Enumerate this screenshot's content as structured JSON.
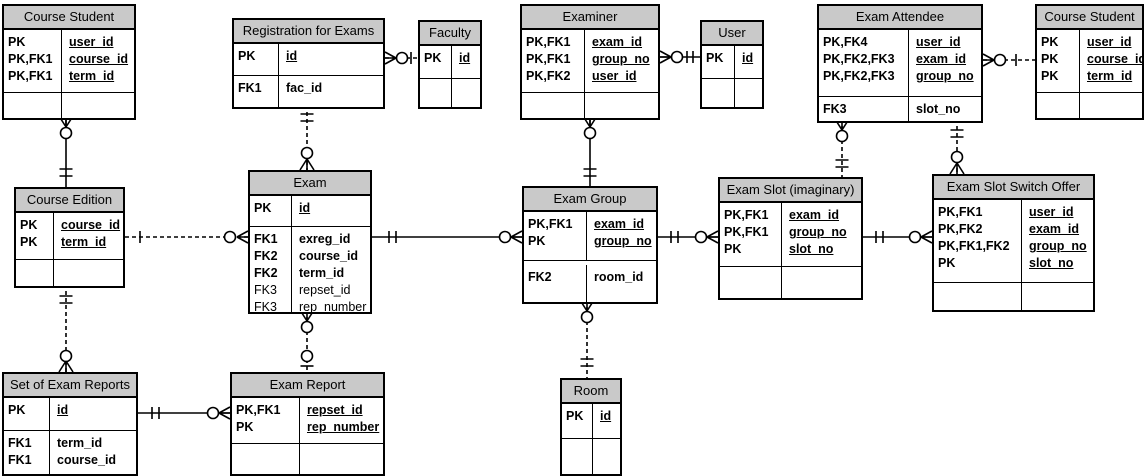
{
  "colors": {
    "header_fill": "#c9c9c9",
    "line": "#000000",
    "background": "#ffffff"
  },
  "tables": {
    "course_student_left": {
      "title": "Course Student",
      "pk_rows": [
        {
          "k": "PK",
          "n": "user_id"
        },
        {
          "k": "PK,FK1",
          "n": "course_id"
        },
        {
          "k": "PK,FK1",
          "n": "term_id"
        }
      ],
      "attr_rows": []
    },
    "registration_for_exams": {
      "title": "Registration for Exams",
      "pk_rows": [
        {
          "k": "PK",
          "n": "id"
        }
      ],
      "attr_rows": [
        {
          "k": "FK1",
          "n": "fac_id"
        }
      ]
    },
    "faculty": {
      "title": "Faculty",
      "pk_rows": [
        {
          "k": "PK",
          "n": "id"
        }
      ],
      "attr_rows": []
    },
    "examiner": {
      "title": "Examiner",
      "pk_rows": [
        {
          "k": "PK,FK1",
          "n": "exam_id"
        },
        {
          "k": "PK,FK1",
          "n": "group_no"
        },
        {
          "k": "PK,FK2",
          "n": "user_id"
        }
      ],
      "attr_rows": []
    },
    "user": {
      "title": "User",
      "pk_rows": [
        {
          "k": "PK",
          "n": "id"
        }
      ],
      "attr_rows": []
    },
    "exam_attendee": {
      "title": "Exam Attendee",
      "pk_rows": [
        {
          "k": "PK,FK4",
          "n": "user_id"
        },
        {
          "k": "PK,FK2,FK3",
          "n": "exam_id"
        },
        {
          "k": "PK,FK2,FK3",
          "n": "group_no"
        }
      ],
      "attr_rows": [
        {
          "k": "FK3",
          "n": "slot_no"
        }
      ]
    },
    "course_student_right": {
      "title": "Course Student",
      "pk_rows": [
        {
          "k": "PK",
          "n": "user_id"
        },
        {
          "k": "PK",
          "n": "course_id"
        },
        {
          "k": "PK",
          "n": "term_id"
        }
      ],
      "attr_rows": []
    },
    "course_edition": {
      "title": "Course Edition",
      "pk_rows": [
        {
          "k": "PK",
          "n": "course_id"
        },
        {
          "k": "PK",
          "n": "term_id"
        }
      ],
      "attr_rows": []
    },
    "exam": {
      "title": "Exam",
      "pk_rows": [
        {
          "k": "PK",
          "n": "id"
        }
      ],
      "attr_rows": [
        {
          "k": "FK1",
          "n": "exreg_id"
        },
        {
          "k": "FK2",
          "n": "course_id"
        },
        {
          "k": "FK2",
          "n": "term_id"
        },
        {
          "k": "FK3",
          "n": "repset_id"
        },
        {
          "k": "FK3",
          "n": "rep_number"
        }
      ]
    },
    "exam_group": {
      "title": "Exam Group",
      "pk_rows": [
        {
          "k": "PK,FK1",
          "n": "exam_id"
        },
        {
          "k": "PK",
          "n": "group_no"
        }
      ],
      "attr_rows": [
        {
          "k": "FK2",
          "n": "room_id"
        }
      ]
    },
    "exam_slot": {
      "title": "Exam Slot (imaginary)",
      "pk_rows": [
        {
          "k": "PK,FK1",
          "n": "exam_id"
        },
        {
          "k": "PK,FK1",
          "n": "group_no"
        },
        {
          "k": "PK",
          "n": "slot_no"
        }
      ],
      "attr_rows": []
    },
    "exam_slot_switch_offer": {
      "title": "Exam Slot Switch Offer",
      "pk_rows": [
        {
          "k": "PK,FK1",
          "n": "user_id"
        },
        {
          "k": "PK,FK2",
          "n": "exam_id"
        },
        {
          "k": "PK,FK1,FK2",
          "n": "group_no"
        },
        {
          "k": "PK",
          "n": "slot_no"
        }
      ],
      "attr_rows": []
    },
    "set_of_exam_reports": {
      "title": "Set of Exam Reports",
      "pk_rows": [
        {
          "k": "PK",
          "n": "id"
        }
      ],
      "attr_rows": [
        {
          "k": "FK1",
          "n": "term_id"
        },
        {
          "k": "FK1",
          "n": "course_id"
        }
      ]
    },
    "exam_report": {
      "title": "Exam Report",
      "pk_rows": [
        {
          "k": "PK,FK1",
          "n": "repset_id"
        },
        {
          "k": "PK",
          "n": "rep_number"
        }
      ],
      "attr_rows": []
    },
    "room": {
      "title": "Room",
      "pk_rows": [
        {
          "k": "PK",
          "n": "id"
        }
      ],
      "attr_rows": []
    }
  },
  "relationships": [
    {
      "from": "Course Student (left)",
      "to": "Course Edition",
      "from_end": "zero-or-many",
      "to_end": "one-and-only-one",
      "line": "solid"
    },
    {
      "from": "Registration for Exams",
      "to": "Faculty",
      "from_end": "zero-or-many",
      "to_end": "one",
      "line": "dashed"
    },
    {
      "from": "Exam",
      "to": "Registration for Exams",
      "from_end": "zero-or-many",
      "to_end": "one-and-only-one",
      "line": "dashed"
    },
    {
      "from": "Examiner",
      "to": "User",
      "from_end": "zero-or-many",
      "to_end": "one-and-only-one",
      "line": "solid"
    },
    {
      "from": "Examiner",
      "to": "Exam Group",
      "from_end": "zero-or-many",
      "to_end": "one-and-only-one",
      "line": "solid"
    },
    {
      "from": "Exam Attendee",
      "to": "Course Student (right)",
      "from_end": "zero-or-many",
      "to_end": "one",
      "line": "dashed"
    },
    {
      "from": "Exam Attendee",
      "to": "Exam Slot (imaginary)",
      "from_end": "zero-or-many",
      "to_end": "one-and-only-one",
      "line": "dashed"
    },
    {
      "from": "Exam Slot Switch Offer",
      "to": "Exam Attendee",
      "from_end": "zero-or-many",
      "to_end": "one-and-only-one",
      "line": "dashed"
    },
    {
      "from": "Exam",
      "to": "Course Edition",
      "from_end": "zero-or-many",
      "to_end": "one",
      "line": "dashed"
    },
    {
      "from": "Exam Group",
      "to": "Exam",
      "from_end": "zero-or-many",
      "to_end": "one-and-only-one",
      "line": "solid"
    },
    {
      "from": "Exam Slot (imaginary)",
      "to": "Exam Group",
      "from_end": "zero-or-many",
      "to_end": "one-and-only-one",
      "line": "solid"
    },
    {
      "from": "Exam Slot Switch Offer",
      "to": "Exam Slot (imaginary)",
      "from_end": "zero-or-many",
      "to_end": "one-and-only-one",
      "line": "solid"
    },
    {
      "from": "Exam Report",
      "to": "Set of Exam Reports",
      "from_end": "zero-or-many",
      "to_end": "one-and-only-one",
      "line": "solid"
    },
    {
      "from": "Exam",
      "to": "Exam Report",
      "from_end": "zero-or-many",
      "to_end": "zero-or-one",
      "line": "dashed"
    },
    {
      "from": "Exam Group",
      "to": "Room",
      "from_end": "zero-or-many",
      "to_end": "one-and-only-one",
      "line": "dashed"
    },
    {
      "from": "Set of Exam Reports",
      "to": "Course Edition",
      "from_end": "zero-or-many",
      "to_end": "one-and-only-one",
      "line": "dashed"
    }
  ]
}
